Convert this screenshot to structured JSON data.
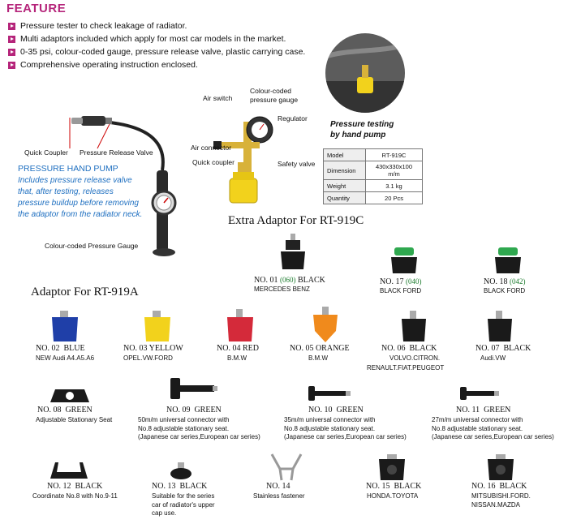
{
  "feature": {
    "title": "FEATURE",
    "items": [
      "Pressure tester to check leakage of radiator.",
      "Multi adaptors included which apply for most car models in the market.",
      "0-35 psi, colour-coded gauge, pressure release valve, plastic carrying case.",
      "Comprehensive operating instruction enclosed."
    ]
  },
  "pump": {
    "quick_coupler": "Quick Coupler",
    "release_valve": "Pressure Release Valve",
    "title": "PRESSURE HAND PUMP",
    "desc": [
      "Includes pressure release valve",
      "that, after testing, releases",
      "pressure buildup before removing",
      "the adaptor from the radiator neck."
    ],
    "gauge": "Colour-coded Pressure Gauge"
  },
  "tester": {
    "colour_gauge": [
      "Colour-coded",
      "pressure gauge"
    ],
    "air_switch": "Air switch",
    "regulator": "Regulator",
    "air_connector": "Air connector",
    "quick_coupler": "Quick coupler",
    "safety_valve": "Safety valve"
  },
  "pressure_testing": [
    "Pressure testing",
    "by hand pump"
  ],
  "spec": [
    {
      "k": "Model",
      "v": "RT-919C"
    },
    {
      "k": "Dimension",
      "v": "430x330x100 m/m"
    },
    {
      "k": "Weight",
      "v": "3.1 kg"
    },
    {
      "k": "Quantity",
      "v": "20 Pcs"
    }
  ],
  "extra_heading": "Extra Adaptor For RT-919C",
  "adaptor_heading": "Adaptor For RT-919A",
  "extra_adaptors": [
    {
      "no": "NO. 01",
      "code": "(060)",
      "color": "BLACK",
      "desc": "MERCEDES BENZ",
      "fill": "#1a1a1a"
    },
    {
      "no": "NO. 17",
      "code": "(040)",
      "color": "",
      "desc": "BLACK   FORD",
      "fill": "#2fa84f"
    },
    {
      "no": "NO. 18",
      "code": "(042)",
      "color": "",
      "desc": "BLACK   FORD",
      "fill": "#2fa84f"
    }
  ],
  "adaptors_row1": [
    {
      "no": "NO. 02",
      "color": "BLUE",
      "desc": [
        "NEW Audi A4.A5.A6"
      ],
      "fill": "#1f3fa8"
    },
    {
      "no": "NO. 03",
      "color": "YELLOW",
      "desc": [
        "OPEL.VW.FORD"
      ],
      "fill": "#f2d21c"
    },
    {
      "no": "NO. 04",
      "color": "RED",
      "desc": [
        "B.M.W"
      ],
      "fill": "#d42a3a"
    },
    {
      "no": "NO. 05",
      "color": "ORANGE",
      "desc": [
        "B.M.W"
      ],
      "fill": "#f08a1c"
    },
    {
      "no": "NO. 06",
      "color": "BLACK",
      "desc": [
        "VOLVO.CITRON.",
        "RENAULT.FIAT.PEUGEOT"
      ],
      "fill": "#1a1a1a"
    },
    {
      "no": "NO. 07",
      "color": "BLACK",
      "desc": [
        "Audi.VW"
      ],
      "fill": "#1a1a1a"
    }
  ],
  "adaptors_row2": [
    {
      "no": "NO. 08",
      "color": "GREEN",
      "desc": [
        "Adjustable Stationary Seat"
      ]
    },
    {
      "no": "NO. 09",
      "color": "GREEN",
      "desc": [
        "50m/m universal connector with",
        "No.8 adjustable stationary seat.",
        "(Japanese car series,European car series)"
      ]
    },
    {
      "no": "NO. 10",
      "color": "GREEN",
      "desc": [
        "35m/m universal connector with",
        "No.8 adjustable stationary seat.",
        "(Japanese car series,European car series)"
      ]
    },
    {
      "no": "NO. 11",
      "color": "GREEN",
      "desc": [
        "27m/m universal connector with",
        "No.8 adjustable stationary seat.",
        "(Japanese car series,European car series)"
      ]
    }
  ],
  "adaptors_row3": [
    {
      "no": "NO. 12",
      "color": "BLACK",
      "desc": [
        "Coordinate No.8 with No.9-11"
      ]
    },
    {
      "no": "NO. 13",
      "color": "BLACK",
      "desc": [
        "Suitable for the series",
        "car of radiator's upper",
        "cap use."
      ]
    },
    {
      "no": "NO. 14",
      "color": "",
      "desc": [
        "Stainless fastener"
      ]
    },
    {
      "no": "NO. 15",
      "color": "BLACK",
      "desc": [
        "HONDA.TOYOTA"
      ]
    },
    {
      "no": "NO. 16",
      "color": "BLACK",
      "desc": [
        "MITSUBISHI.FORD.",
        "NISSAN.MAZDA"
      ]
    }
  ],
  "colors": {
    "accent": "#b5247a",
    "blue_text": "#1e6fc0",
    "code_green": "#1a7a2c"
  }
}
